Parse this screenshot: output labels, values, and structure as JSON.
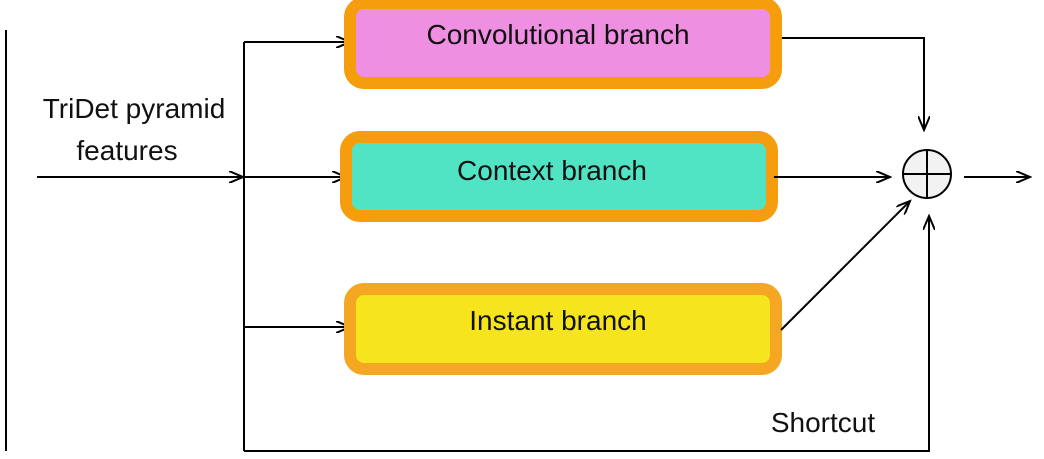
{
  "input": {
    "label_line1": "TriDet  pyramid",
    "label_line2": "features"
  },
  "branches": [
    {
      "label": "Convolutional branch",
      "fill": "#ef8fe1",
      "border": "#f59d0c"
    },
    {
      "label": "Context branch",
      "fill": "#51e4c4",
      "border": "#f59d0c"
    },
    {
      "label": "Instant branch",
      "fill": "#f6e51c",
      "border": "#f5a623"
    }
  ],
  "shortcut": {
    "label": "Shortcut"
  },
  "sum_node": {
    "icon": "circle-plus-icon"
  }
}
